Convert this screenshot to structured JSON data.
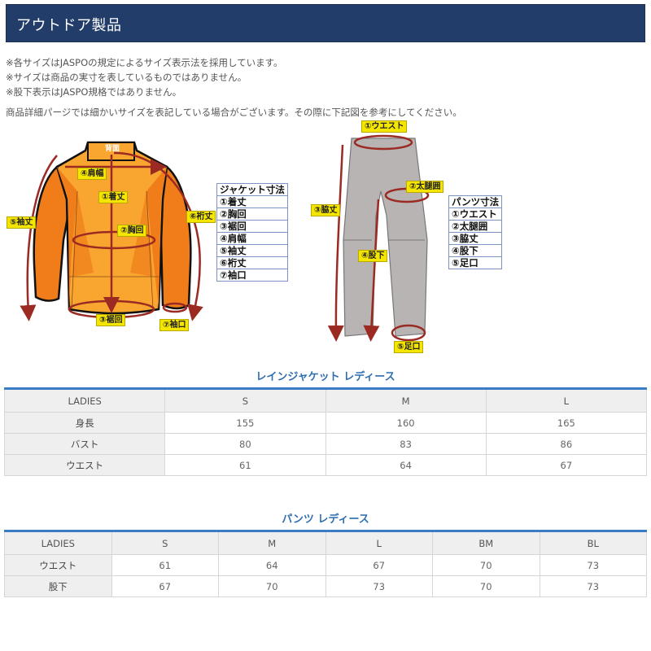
{
  "header": {
    "title": "アウトドア製品",
    "bg_color": "#233d6b"
  },
  "notes": [
    "※各サイズはJASPOの規定によるサイズ表示法を採用しています。",
    "※サイズは商品の実寸を表しているものではありません。",
    "※股下表示はJASPO規格ではありません。"
  ],
  "detail_note": "商品詳細パージでは細かいサイズを表記している場合がございます。その際に下記図を参考にしてください。",
  "diagram": {
    "jacket": {
      "back_label": "背面",
      "labels": {
        "length": "①着丈",
        "chest": "②胸回",
        "hem": "③裾回",
        "shoulder": "④肩幅",
        "sleeve": "⑤袖丈",
        "yuki": "⑥裄丈",
        "cuff": "⑦袖口"
      },
      "legend": {
        "title": "ジャケット寸法",
        "items": [
          "①着丈",
          "②胸回",
          "③裾回",
          "④肩幅",
          "⑤袖丈",
          "⑥裄丈",
          "⑦袖口"
        ]
      }
    },
    "pants": {
      "labels": {
        "waist": "①ウエスト",
        "thigh": "②太腿囲",
        "outseam": "③脇丈",
        "inseam": "④股下",
        "hem": "⑤足口"
      },
      "legend": {
        "title": "パンツ寸法",
        "items": [
          "①ウエスト",
          "②太腿囲",
          "③脇丈",
          "④股下",
          "⑤足口"
        ]
      }
    },
    "colors": {
      "jacket_dark": "#f07d1a",
      "jacket_light": "#f9a631",
      "pants": "#b8b4b4",
      "arrow": "#9b2a22",
      "label_bg": "#f5e600"
    }
  },
  "jacket_table": {
    "title": "レインジャケット レディース",
    "header": [
      "LADIES",
      "S",
      "M",
      "L"
    ],
    "rows": [
      {
        "label": "身長",
        "values": [
          "155",
          "160",
          "165"
        ]
      },
      {
        "label": "バスト",
        "values": [
          "80",
          "83",
          "86"
        ]
      },
      {
        "label": "ウエスト",
        "values": [
          "61",
          "64",
          "67"
        ]
      }
    ]
  },
  "pants_table": {
    "title": "パンツ レディース",
    "header": [
      "LADIES",
      "S",
      "M",
      "L",
      "BM",
      "BL"
    ],
    "rows": [
      {
        "label": "ウエスト",
        "values": [
          "61",
          "64",
          "67",
          "70",
          "73"
        ]
      },
      {
        "label": "股下",
        "values": [
          "67",
          "70",
          "73",
          "70",
          "73"
        ]
      }
    ]
  },
  "accent_color": "#3a7bc4"
}
